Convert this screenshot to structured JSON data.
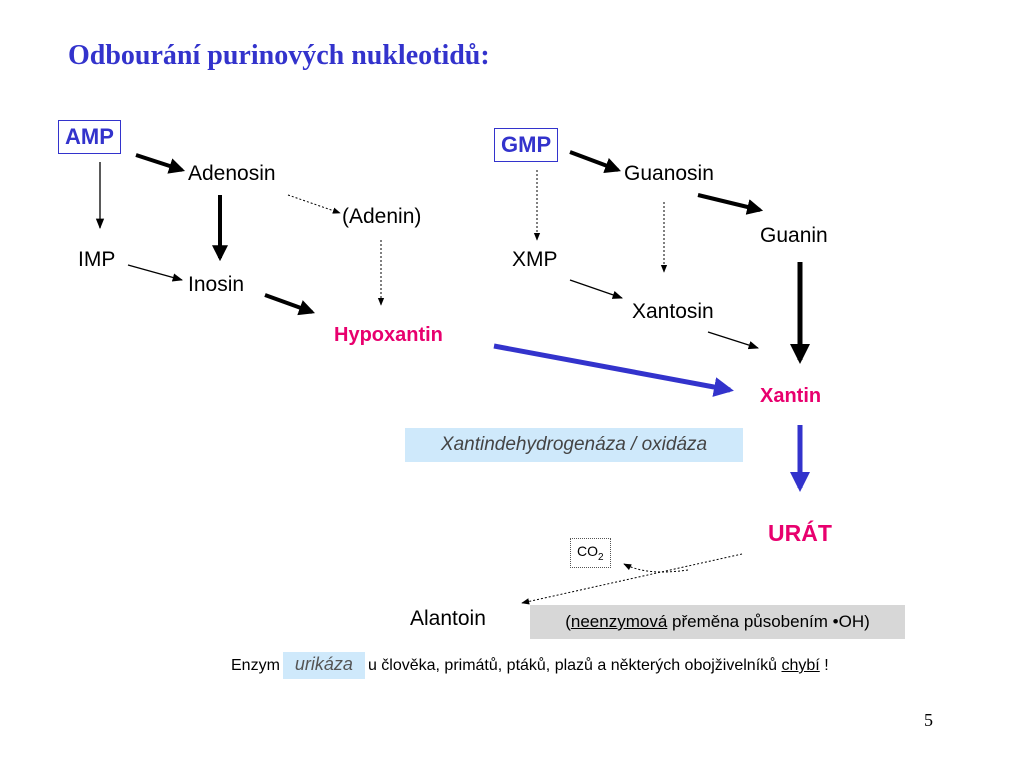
{
  "title": "Odbourání purinových nukleotidů:",
  "nodes": {
    "amp": "AMP",
    "gmp": "GMP",
    "adenosin": "Adenosin",
    "adenin": "(Adenin)",
    "imp": "IMP",
    "inosin": "Inosin",
    "hypoxantin": "Hypoxantin",
    "guanosin": "Guanosin",
    "guanin": "Guanin",
    "xmp": "XMP",
    "xantosin": "Xantosin",
    "xantin": "Xantin",
    "urat": "URÁT",
    "co2_base": "CO",
    "co2_sub": "2",
    "alantoin": "Alantoin"
  },
  "enzyme_box": "Xantindehydrogenáza / oxidáza",
  "note": {
    "open": "(",
    "underlined": "neenzymová",
    "rest": " přeměna působením •OH)"
  },
  "enzyme_line": {
    "prefix": "Enzym",
    "enzyme": "urikáza",
    "middle": "u člověka, primátů, ptáků, plazů a některých obojživelníků ",
    "underlined": "chybí",
    "suffix": " !"
  },
  "page_number": "5",
  "colors": {
    "title": "#3333cc",
    "highlight": "#e8006e",
    "blue_arrow": "#3333cc",
    "enzyme_box": "#cfe9fb",
    "note_box": "#d7d7d7"
  }
}
